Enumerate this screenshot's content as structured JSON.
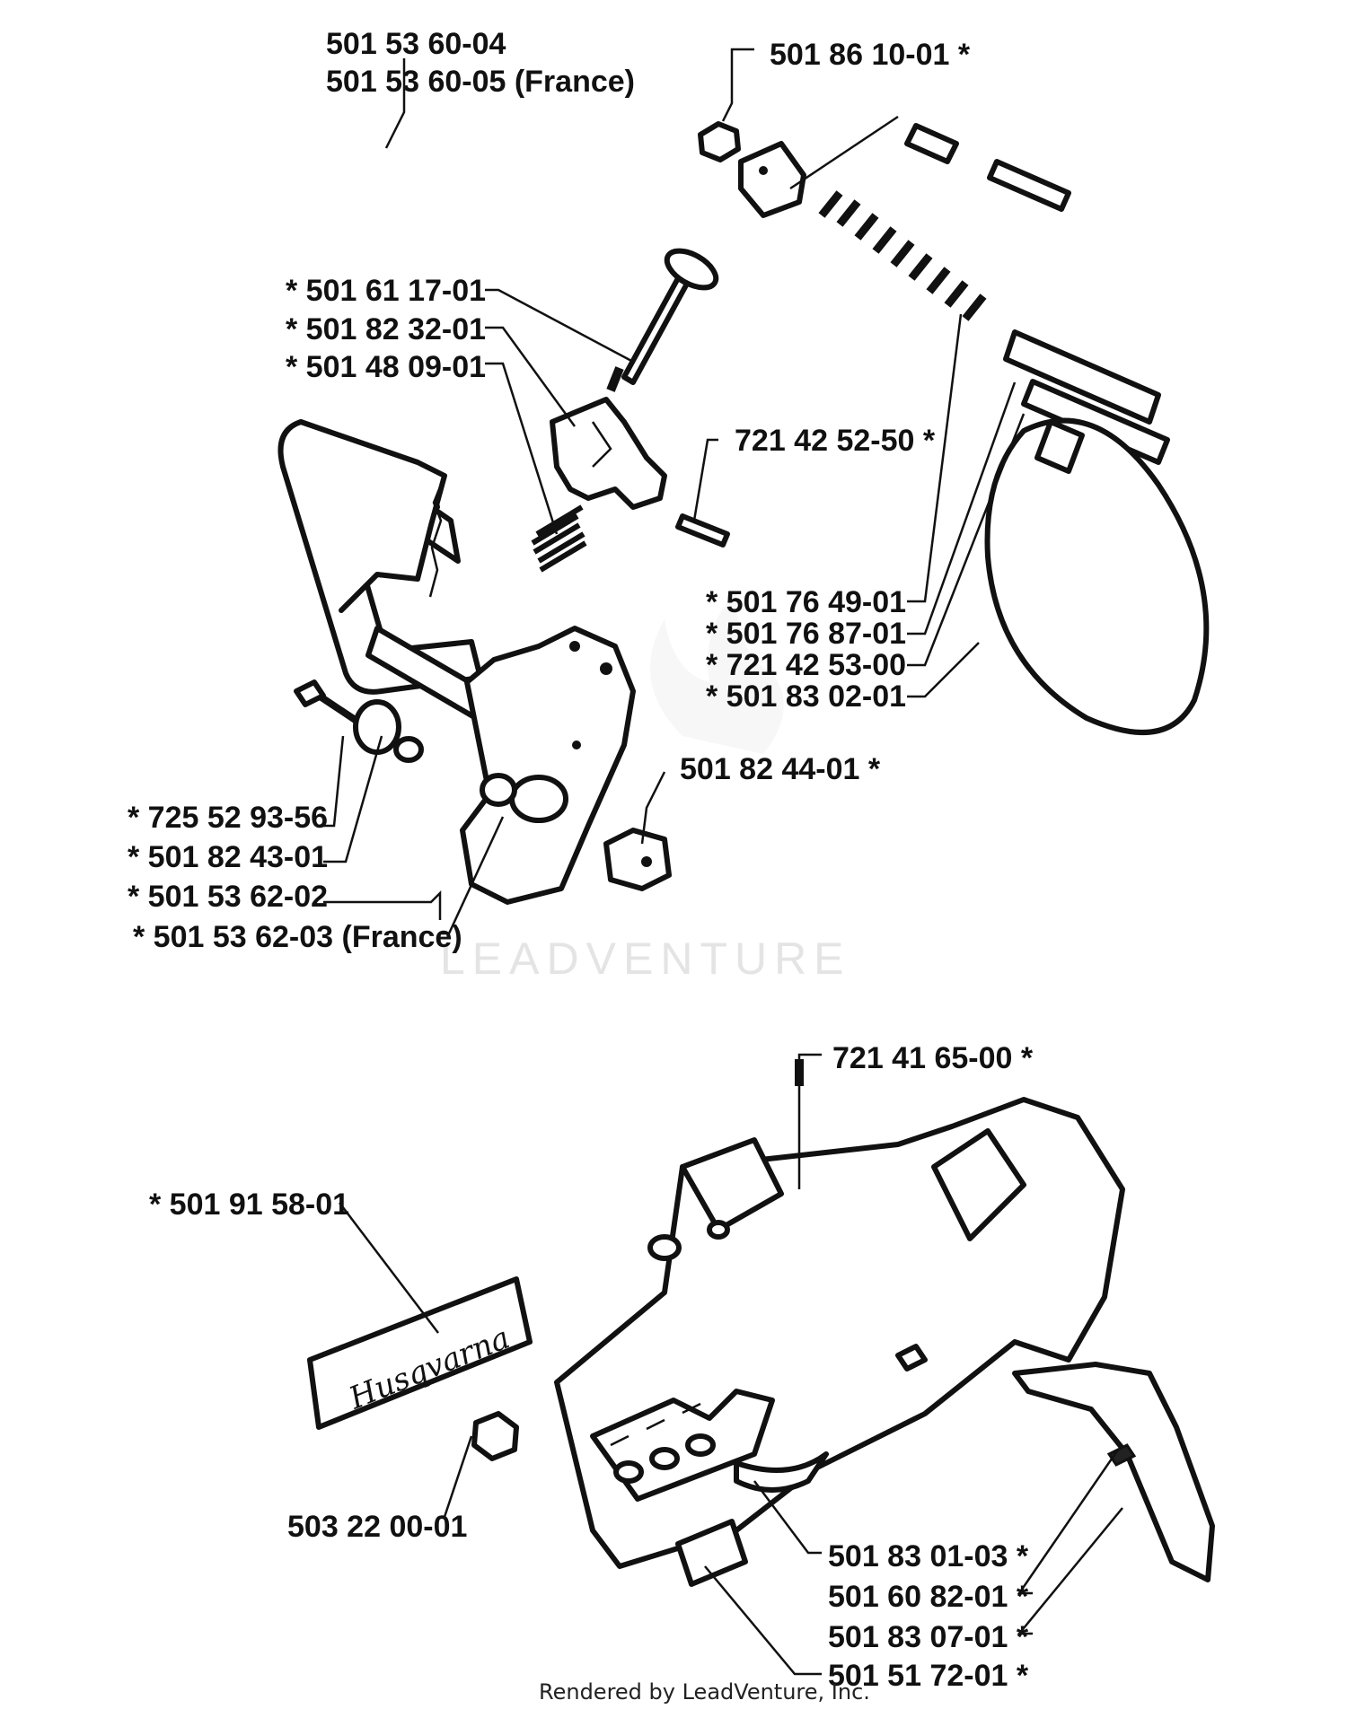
{
  "labels": {
    "top_cover_1": "501 53 60-04",
    "top_cover_2": "501 53 60-05 (France)",
    "l_501861001": "501 86 10-01  *",
    "l_501611701": "*  501 61 17-01",
    "l_501823201": "*  501 82 32-01",
    "l_501480901": "*  501 48 09-01",
    "l_721425250": "721 42 52-50  *",
    "l_501764901": "*  501 76 49-01",
    "l_501768701": "*  501 76 87-01",
    "l_721425300": "*  721 42 53-00",
    "l_501830201": "*  501 83 02-01",
    "l_501824401": "501 82 44-01  *",
    "l_725529356": "*  725 52 93-56",
    "l_501824301": "*  501 82 43-01",
    "l_501536202": "*  501 53 62-02",
    "l_501536203": "*  501 53 62-03 (France)",
    "l_721416500": "721 41 65-00  *",
    "l_501915801": "*  501 91 58-01",
    "l_503220001": "503 22 00-01",
    "l_501830103": "501 83 01-03  *",
    "l_501608201": "501 60 82-01  *",
    "l_501830701": "501 83 07-01  *",
    "l_501517201": "501 51 72-01  *"
  },
  "brand_decal_text": "Husqvarna",
  "watermark": "LEADVENTURE",
  "footer": "Rendered by LeadVenture, Inc."
}
